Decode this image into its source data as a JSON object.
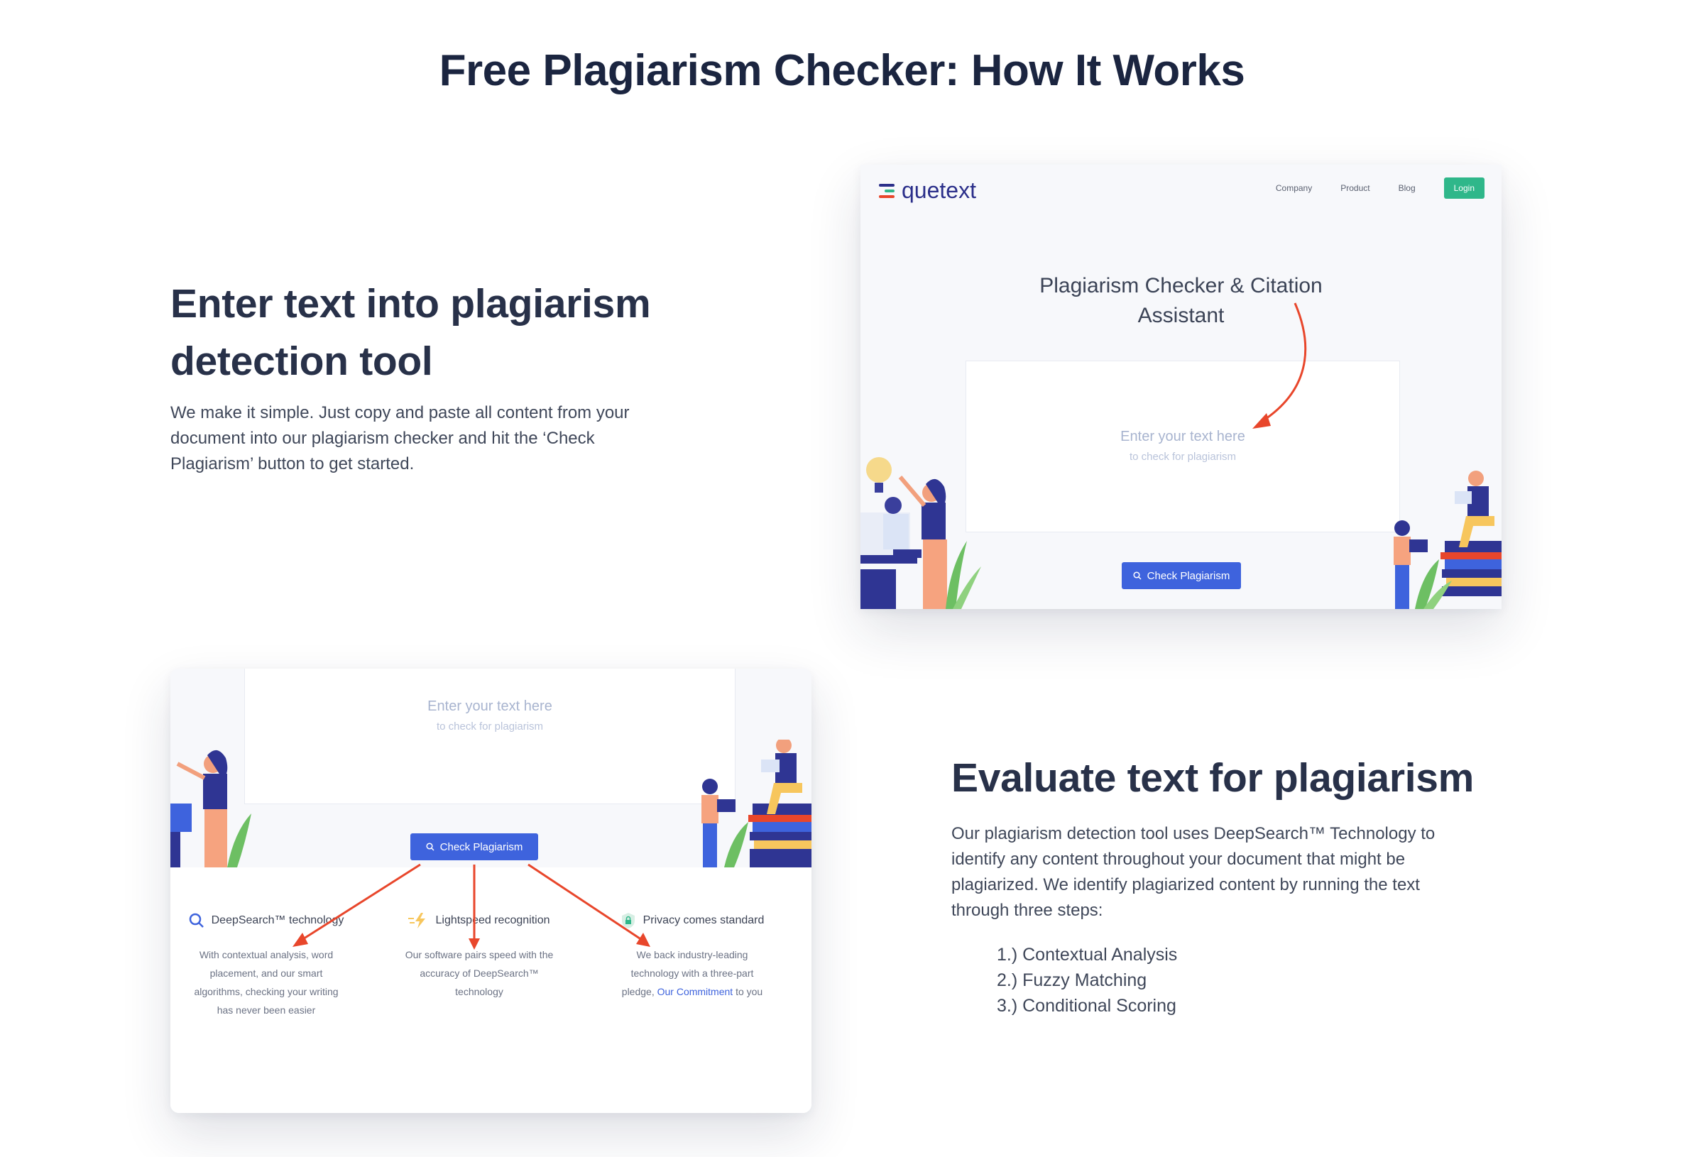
{
  "page": {
    "title": "Free Plagiarism Checker: How It Works"
  },
  "section1": {
    "heading_line1": "Enter text into plagiarism",
    "heading_line2": "detection tool",
    "body_line1": "We make it simple. Just copy and paste all content from your",
    "body_line2": "document into our plagiarism checker and hit the ‘Check",
    "body_line3": "Plagiarism’ button to get started."
  },
  "card1": {
    "logo": "quetext",
    "nav": [
      "Company",
      "Product",
      "Blog"
    ],
    "login": "Login",
    "hero_line1": "Plagiarism Checker & Citation",
    "hero_line2": "Assistant",
    "placeholder_line1": "Enter your text here",
    "placeholder_line2": "to check for plagiarism",
    "button": "Check Plagiarism"
  },
  "card2": {
    "placeholder_line1": "Enter your text here",
    "placeholder_line2": "to check for plagiarism",
    "button": "Check Plagiarism",
    "features": [
      {
        "title": "DeepSearch™ technology",
        "icon": "search-icon",
        "lines": [
          "With contextual analysis, word",
          "placement, and our smart",
          "algorithms, checking your writing",
          "has never been easier"
        ]
      },
      {
        "title": "Lightspeed recognition",
        "icon": "lightning-icon",
        "lines": [
          "Our software pairs speed with the",
          "accuracy of DeepSearch™",
          "technology"
        ]
      },
      {
        "title": "Privacy comes standard",
        "icon": "shield-lock-icon",
        "lines": [
          "We back industry-leading",
          "technology with a three-part"
        ],
        "last_prefix": "pledge, ",
        "link": "Our Commitment",
        "last_suffix": " to you"
      }
    ]
  },
  "section2": {
    "heading": "Evaluate text for plagiarism",
    "body_line1": "Our plagiarism detection tool uses DeepSearch™ Technology to",
    "body_line2": "identify any content throughout your document that might be",
    "body_line3": "plagiarized. We identify plagiarized content by running the text",
    "body_line4": "through three steps:",
    "steps": [
      "1.) Contextual Analysis",
      "2.) Fuzzy Matching",
      "3.) Conditional Scoring"
    ]
  },
  "colors": {
    "accent": "#3e63dd",
    "login": "#2fb78a",
    "arrow": "#e8462b",
    "heading": "#283149"
  }
}
